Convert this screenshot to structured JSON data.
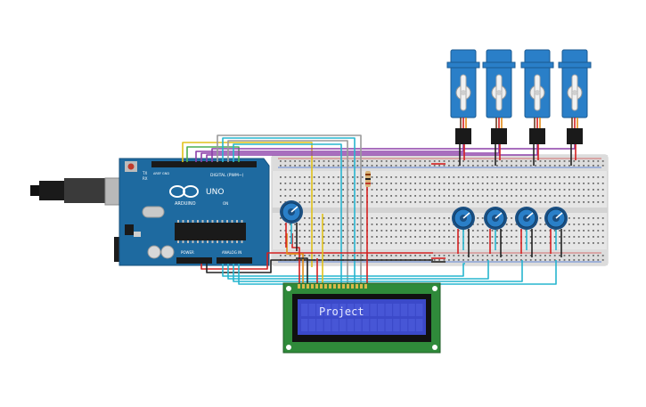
{
  "board": {
    "brand": "ARDUINO",
    "model": "UNO",
    "digital_label": "DIGITAL (PWM~)",
    "power_label": "POWER",
    "analog_label": "ANALOG IN",
    "tx_label": "TX",
    "rx_label": "RX",
    "aref_label": "AREF",
    "gnd_label": "GND",
    "on_label": "ON"
  },
  "lcd": {
    "line1": "Project"
  },
  "colors": {
    "board": "#1e6aa0",
    "breadboard": "#e9e9e9",
    "servo": "#2a7fc8",
    "lcd_screen": "#3b49c9",
    "lcd_board": "#2f8a3a",
    "wire_purple": "#8b3fa8",
    "wire_yellow": "#e0c21a",
    "wire_red": "#d42020",
    "wire_cyan": "#27b5cf",
    "wire_gray": "#9a9a9a",
    "wire_orange": "#e38b15",
    "wire_green": "#4caf50",
    "wire_black": "#222222"
  }
}
